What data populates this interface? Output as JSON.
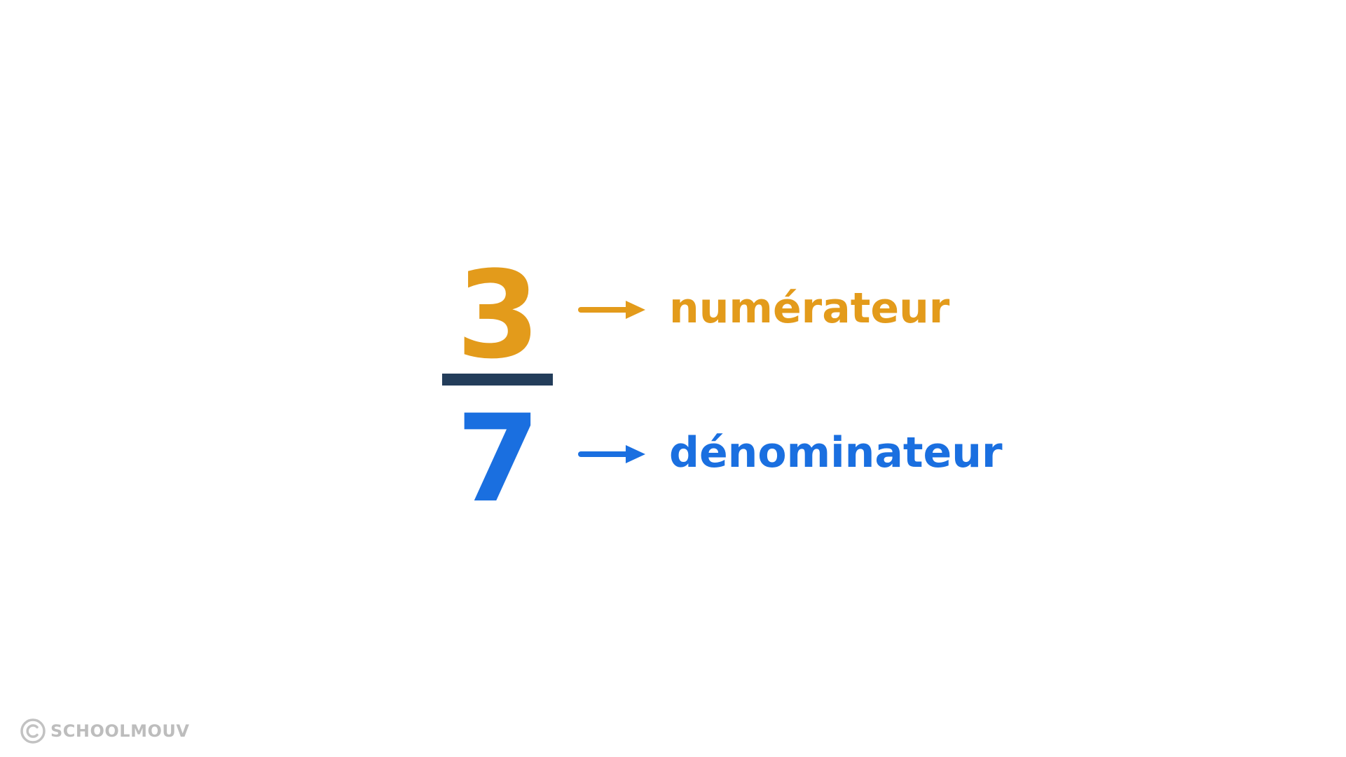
{
  "fraction": {
    "numerator": "3",
    "denominator": "7"
  },
  "labels": {
    "numerator": "numérateur",
    "denominator": "dénominateur"
  },
  "watermark": {
    "brand": "SCHOOLMOUV",
    "icon": "copyright-icon"
  },
  "colors": {
    "numerator": "#E39B1B",
    "denominator": "#1A6FE0",
    "fraction_bar": "#233D5A",
    "watermark": "#BDBDBD"
  }
}
